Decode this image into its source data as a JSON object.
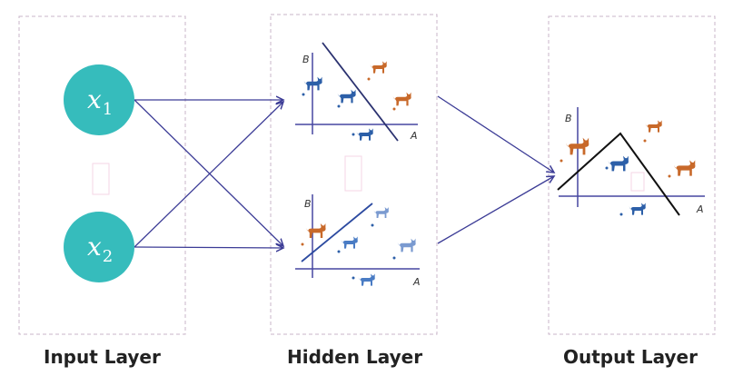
{
  "layers": {
    "input": {
      "label": "Input Layer"
    },
    "hidden": {
      "label": "Hidden Layer"
    },
    "output": {
      "label": "Output Layer"
    }
  },
  "nodes": [
    {
      "var": "x",
      "sub": "1"
    },
    {
      "var": "x",
      "sub": "2"
    }
  ],
  "plots": {
    "hidden_top": {
      "x_axis": "A",
      "y_axis": "B"
    },
    "hidden_bottom": {
      "x_axis": "A",
      "y_axis": "B"
    },
    "output": {
      "x_axis": "A",
      "y_axis": "B"
    }
  },
  "colors": {
    "node_fill": "#36bcbc",
    "arrow": "#3c3c96",
    "dashed_box": "#c8b4c8",
    "cat_blue": "#2c5fa8",
    "cat_orange": "#c8692a",
    "axis": "#4646a0"
  },
  "icons": [
    "cat-icon"
  ]
}
